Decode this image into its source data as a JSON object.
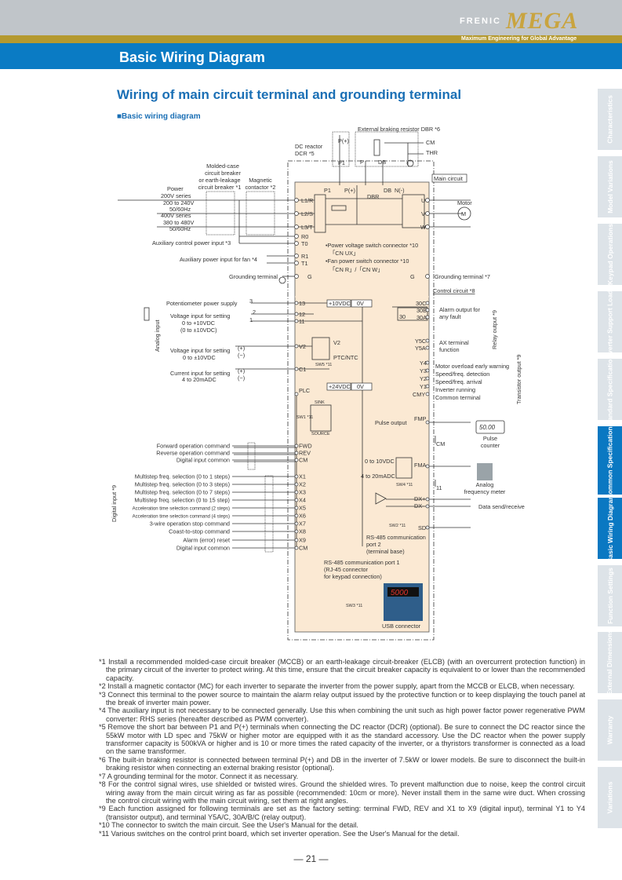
{
  "header": {
    "brand": "FRENIC",
    "logo": "MEGA",
    "tagline": "Maximum Engineering for Global Advantage",
    "page_title": "Basic Wiring Diagram"
  },
  "section_title": "Wiring of main circuit terminal and grounding terminal",
  "sub_title": "■Basic wiring diagram",
  "side_tabs": [
    "Characteristics",
    "Model Variations",
    "Keypad Operations",
    "Inverter Support Loader",
    "Standard Specifications",
    "Common Specifications",
    "Basic Wiring Diagram",
    "Function Settings",
    "External Dimensions",
    "Warranty",
    "Variations"
  ],
  "diagram": {
    "ext_brake": "External braking resistor DBR *6",
    "cm": "CM",
    "thr": "THR",
    "dcr1": "DC reactor",
    "dcr2": "DCR *5",
    "pplus": "P(+)",
    "p1": "P1",
    "p": "P",
    "db": "DB",
    "mccb": [
      "Molded-case",
      "circuit breaker",
      "or earth-leakage",
      "circuit breaker *1"
    ],
    "mc": [
      "Magnetic",
      "contactor *2"
    ],
    "power": [
      "Power",
      "200V series",
      "200 to 240V",
      "50/60Hz",
      "400V series",
      "380 to 480V",
      "50/60Hz"
    ],
    "main_circuit": "Main circuit",
    "control_circuit": "Control circuit *8",
    "dbr": "DBR",
    "nminus": "N(-)",
    "motor": "Motor",
    "m": "M",
    "main_terms": [
      "L1/R",
      "L2/S",
      "L3/T",
      "R0",
      "T0",
      "R1",
      "T1",
      "G"
    ],
    "uvw": [
      "U",
      "V",
      "W"
    ],
    "aux_ctrl": "Auxiliary control power input *3",
    "aux_fan": "Auxiliary power input for fan *4",
    "gnd": "Grounding terminal",
    "gnd7": "Grounding terminal *7",
    "g": "G",
    "conn": [
      "•Power voltage switch connector *10",
      "「CN UX」",
      "•Fan power switch connector *10",
      "「CN R」/「CN W」"
    ],
    "analog_input": "Analog input",
    "pot": "Potentiometer power supply",
    "vin1": [
      "Voltage input for setting",
      "0 to +10VDC",
      "(0 to ±10VDC)"
    ],
    "vin2": [
      "Voltage input for setting",
      "0 to ±10VDC"
    ],
    "cin": [
      "Current input for setting",
      "4 to 20mADC"
    ],
    "pm": [
      "(+)",
      "(−)"
    ],
    "pot_pins": [
      "3",
      "2",
      "1"
    ],
    "ctrl_terms": [
      "13",
      "12",
      "11",
      "V2",
      "C1",
      "PLC"
    ],
    "p10": "+10VDC",
    "ov": "0V",
    "p24": "+24VDC",
    "v2": "V2",
    "ptc": "PTC/NTC",
    "sw5": "SW5 *11",
    "sink": "SINK",
    "source": "SOURCE",
    "sw1": "SW1 *11",
    "relay": [
      "30C",
      "30B",
      "30A",
      "30"
    ],
    "alarm": [
      "Alarm output for",
      "any fault"
    ],
    "relay_out": "Relay output *9",
    "y5": [
      "Y5C",
      "Y5A"
    ],
    "ax": [
      "AX terminal",
      "function"
    ],
    "ys": [
      "Y4",
      "Y3",
      "Y2",
      "Y1",
      "CMY"
    ],
    "ys_labels": [
      "Motor overload early warning",
      "Speed/freq. detection",
      "Speed/freq. arrival",
      "Inverter running",
      "Common terminal"
    ],
    "trans_out": "Transistor output *9",
    "pulse_out": "Pulse output",
    "fmp": "FMP",
    "counter_val": "50.00",
    "pulse_counter": [
      "Pulse",
      "counter"
    ],
    "cm2": "CM",
    "fma_in": [
      "0 to 10VDC",
      "4 to 20mADC"
    ],
    "fma": "FMA",
    "sw4": "SW4 *11",
    "analog_meter": [
      "Analog",
      "frequency meter"
    ],
    "eleven": "11",
    "dx": [
      "DX+",
      "DX-",
      "SD"
    ],
    "data_sr": "Data send/receive",
    "sw2": "SW2 *11",
    "rs485_2": [
      "RS-485 communication",
      "port 2",
      "(terminal base)"
    ],
    "rs485_1": [
      "RS-485 communication port 1",
      "(RJ-45 connector",
      "for keypad connection)"
    ],
    "sw3": "SW3 *11",
    "keypad_val": "5000",
    "usb": "USB connector",
    "digital_input": "Digital input *9",
    "dig_terms": [
      "FWD",
      "REV",
      "CM",
      "X1",
      "X2",
      "X3",
      "X4",
      "X5",
      "X6",
      "X7",
      "X8",
      "X9",
      "CM"
    ],
    "dig_labels": [
      "Forward operation command",
      "Reverse operation command",
      "Digital input common",
      "Multistep freq. selection (0 to 1 steps)",
      "Multistep freq. selection (0 to 3 steps)",
      "Multistep freq. selection (0 to 7 steps)",
      "Multistep freq. selection (0 to 15 step)",
      "Acceleration time selection command (2 steps)",
      "Acceleration time selection command (4 steps)",
      "3-wire operation stop command",
      "Coast-to-stop command",
      "Alarm (error) reset",
      "Digital input common"
    ]
  },
  "notes": [
    "*1  Install a recommended molded-case circuit breaker (MCCB) or an earth-leakage circuit-breaker (ELCB) (with an overcurrent protection function) in the primary circuit of the inverter to protect wiring. At this time, ensure that the circuit breaker capacity is equivalent to or lower than the recommended capacity.",
    "*2  Install a magnetic contactor (MC) for each inverter to separate the inverter from the power supply, apart from the MCCB or ELCB, when necessary.",
    "*3  Connect this terminal to the power source to maintain the alarm relay output issued by the protective function or to keep displaying the touch panel at the break of inverter main power.",
    "*4 The auxiliary input is not necessary to be connected generally. Use this when combining the unit such as high power factor power regenerative PWM converter: RHS series (hereafter described as PWM converter).",
    "*5  Remove the short bar between P1 and P(+) terminals when connecting the DC reactor (DCR) (optional). Be sure to connect the DC reactor since the 55kW motor with LD spec and 75kW or higher motor are equipped with it as the standard accessory. Use the DC reactor when the power supply transformer capacity is 500kVA or higher and is 10 or more times the rated capacity of the inverter,  or a thyristors transformer is connected as a load on the same transformer.",
    "*6 The built-in braking resistor is connected between terminal P(+) and DB in the inverter of 7.5kW or lower models. Be sure to disconnect the built-in braking resistor when connecting an external braking resistor (optional).",
    "*7  A grounding terminal for the motor. Connect it as necessary.",
    "*8  For the control signal wires, use shielded or twisted wires. Ground the shielded wires. To prevent malfunction due to noise, keep the control circuit wiring away from the main circuit wiring as far as possible (recommended: 10cm or more). Never install them in the same wire duct. When crossing the control circuit wiring with the main circuit wiring, set them at right angles.",
    "*9  Each function assigned for following terminals are set as the factory setting: terminal FWD, REV and X1 to X9 (digital input), terminal Y1 to Y4 (transistor output), and terminal Y5A/C, 30A/B/C (relay output).",
    "*10 The connector to switch the main circuit. See the User's Manual for the detail.",
    "*11 Various switches on the control print board, which set inverter operation. See the User's Manual for the detail."
  ],
  "page_number": "— 21 —"
}
